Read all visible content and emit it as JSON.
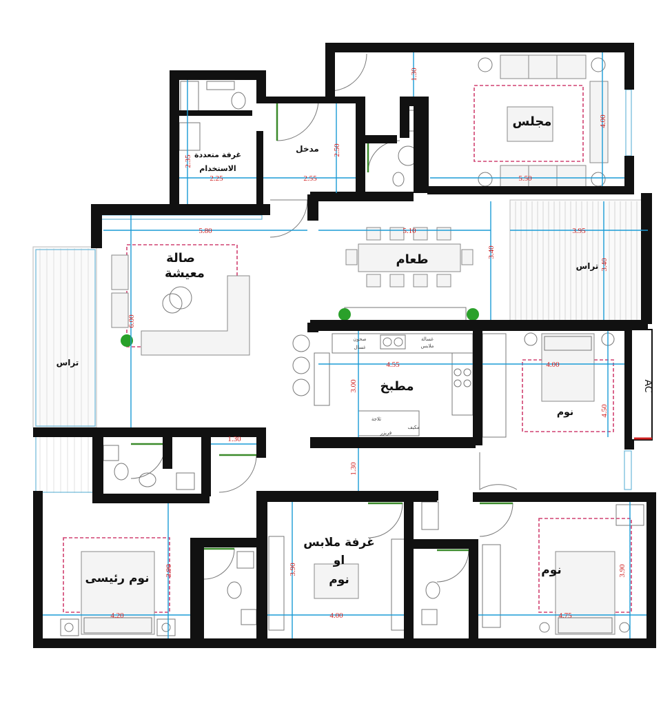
{
  "rooms": {
    "majlis": "مجلس",
    "entrance": "مدخل",
    "multipurpose_line1": "غرفة متعددة",
    "multipurpose_line2": "الاستخدام",
    "living_line1": "صالة",
    "living_line2": "معيشة",
    "dining": "طعام",
    "terrace_east": "تراس",
    "terrace_west": "تراس",
    "kitchen": "مطبخ",
    "bedroom_east": "نوم",
    "master_bedroom": "نوم رئيسى",
    "dressing_line1": "غرفة ملابس",
    "dressing_line2": "او",
    "dressing_line3": "نوم",
    "bedroom_se": "نوم",
    "ac": "AC"
  },
  "kitchen_items": {
    "dishes": "صحون",
    "sink_label": "غسال",
    "washer_line1": "غسالة",
    "washer_line2": "ملابس",
    "fridge": "ثلاجة",
    "freezer": "فريزر",
    "microwave": "مكيف"
  },
  "dimensions": {
    "majlis_h": "1.30",
    "majlis_v": "4.00",
    "majlis_w": "5.50",
    "multi_v": "2.35",
    "multi_w": "2.25",
    "entrance_v": "2.50",
    "entrance_w": "2.55",
    "living_w": "5.80",
    "living_v": "6.00",
    "dining_w": "5.10",
    "dining_v": "3.40",
    "terrace_w": "3.95",
    "terrace_v": "3.40",
    "kitchen_w": "4.55",
    "kitchen_v": "3.00",
    "bed_e_w": "4.00",
    "bed_e_v": "4.50",
    "corridor_v": "1.30",
    "bath_w": "1.30",
    "master_v": "3.90",
    "master_w": "4.20",
    "dressing_v": "3.90",
    "dressing_w": "4.00",
    "bed_se_v": "3.90",
    "bed_se_w": "4.75"
  },
  "colors": {
    "wall": "#111111",
    "dimension_line": "#1a9bd6",
    "dimension_text": "#d02020",
    "rug": "#d04070",
    "door_leaf": "#3a8a2a",
    "plant": "#2aa02a"
  }
}
